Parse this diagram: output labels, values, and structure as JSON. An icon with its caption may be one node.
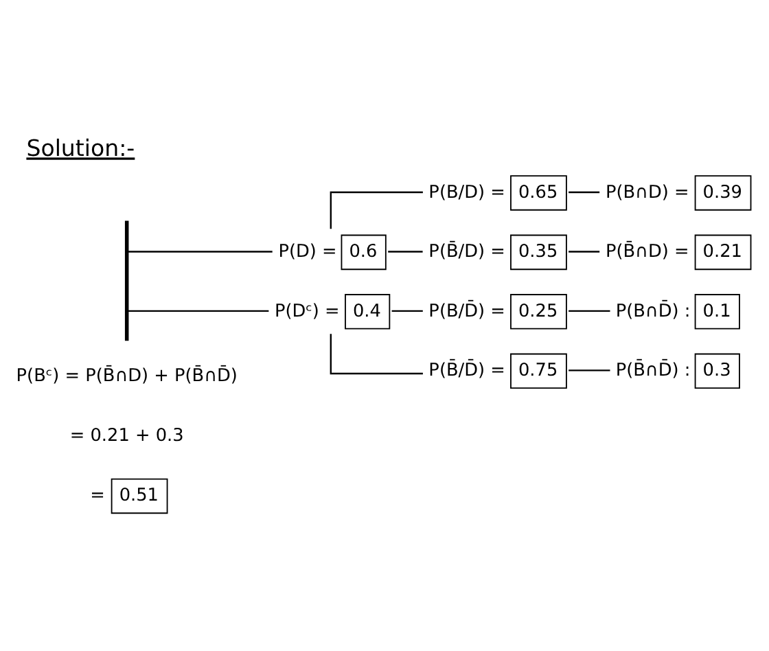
{
  "diagram": {
    "title": "Solution:-",
    "nodes": [
      {
        "text": [
          "0.65"
        ],
        "beside": [
          "P(B/D) ="
        ]
      },
      {
        "text": [
          "0.39"
        ],
        "beside": [
          "P(B∩D) ="
        ]
      },
      {
        "text": [
          "0.6"
        ],
        "beside": [
          "P(D) ="
        ]
      },
      {
        "text": [],
        "shape": "bar"
      },
      {
        "text": [
          "0.35"
        ],
        "beside": [
          "P(B̄/D) ="
        ]
      },
      {
        "text": [
          "0.21"
        ],
        "beside": [
          "P(B̄∩D) ="
        ]
      },
      {
        "text": [
          "0.25"
        ],
        "beside": [
          "P(B/D̄) ="
        ]
      },
      {
        "text": [
          "0.1"
        ],
        "beside": [
          "P(B∩D̄) :"
        ]
      },
      {
        "text": [
          "0.4"
        ],
        "beside": [
          "P(Dᶜ) ="
        ]
      },
      {
        "text": [
          "0.75"
        ],
        "beside": [
          "P(B̄/D̄) ="
        ]
      },
      {
        "text": [
          "0.3"
        ],
        "beside": [
          "P(B̄∩D̄) :"
        ]
      },
      {
        "text": [
          "0.51"
        ],
        "beside": [
          "="
        ]
      }
    ],
    "edges": [
      {
        "from": 3,
        "to": 2,
        "arrow": "none"
      },
      {
        "from": 3,
        "to": 8,
        "arrow": "none"
      },
      {
        "from": 2,
        "to": 0,
        "arrow": "none"
      },
      {
        "from": 2,
        "to": 4,
        "arrow": "none"
      },
      {
        "from": 0,
        "to": 1,
        "arrow": "none"
      },
      {
        "from": 4,
        "to": 5,
        "arrow": "none"
      },
      {
        "from": 8,
        "to": 6,
        "arrow": "none"
      },
      {
        "from": 8,
        "to": 9,
        "arrow": "none"
      },
      {
        "from": 6,
        "to": 7,
        "arrow": "none"
      },
      {
        "from": 9,
        "to": 10,
        "arrow": "none"
      }
    ],
    "labels": [
      "P(Bᶜ) = P(B̄∩D) + P(B̄∩D̄)",
      "= 0.21 + 0.3"
    ]
  }
}
